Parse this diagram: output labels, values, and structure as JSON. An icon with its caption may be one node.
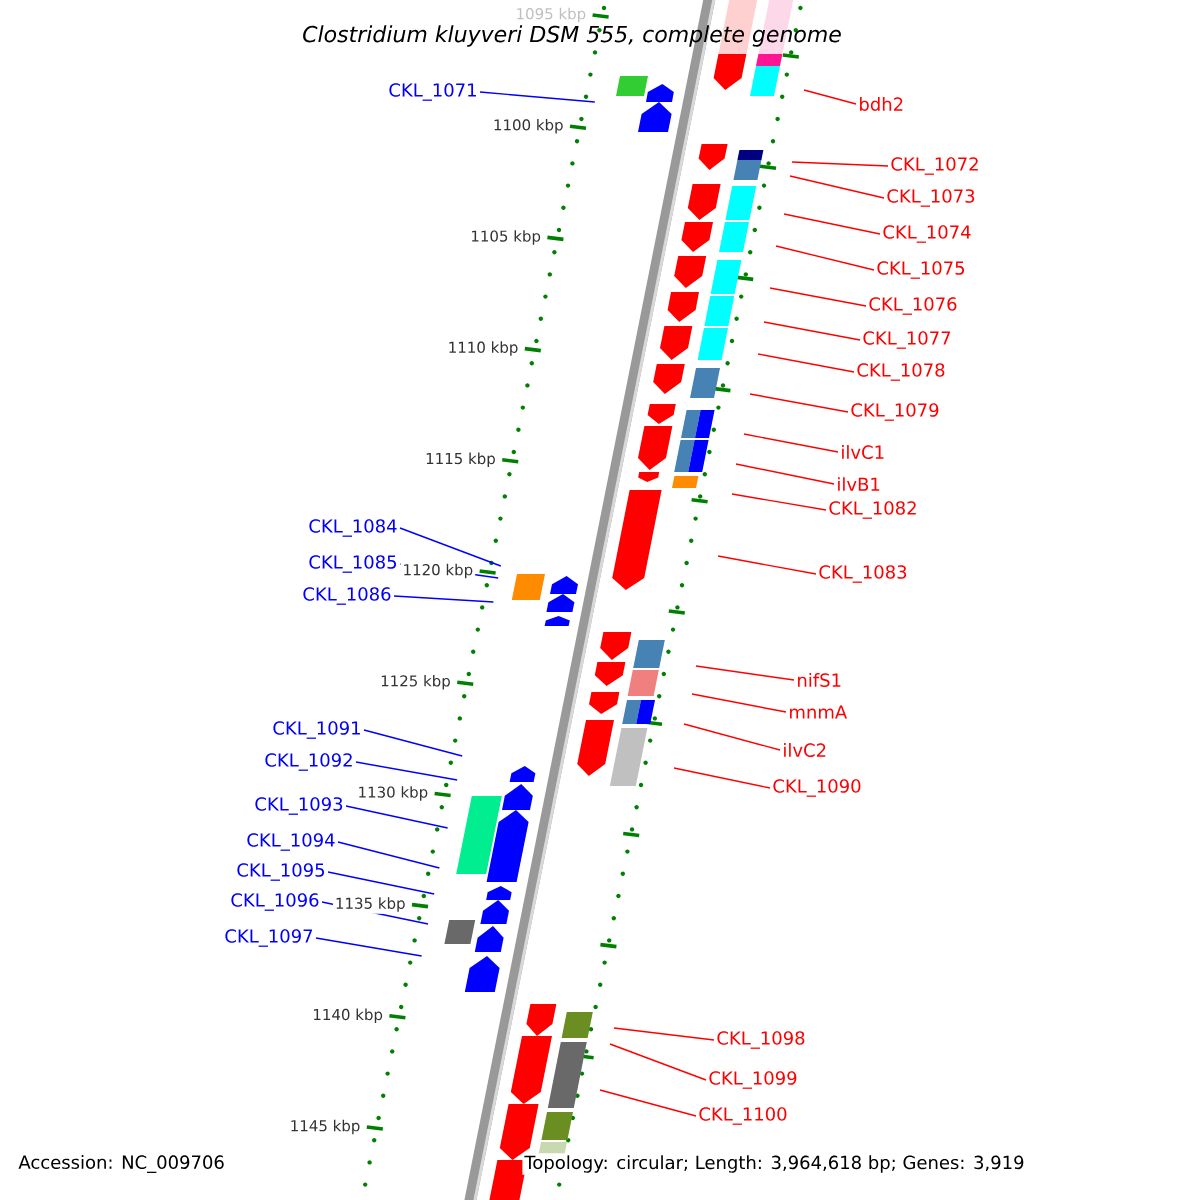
{
  "diagram": {
    "title": "Clostridium kluyveri DSM 555, complete genome",
    "nodes": [
      {
        "text": [
          "CKL_1071"
        ]
      },
      {
        "text": [
          "bdh2"
        ]
      },
      {
        "text": [
          "CKL_1072"
        ]
      },
      {
        "text": [
          "CKL_1073"
        ]
      },
      {
        "text": [
          "CKL_1074"
        ]
      },
      {
        "text": [
          "CKL_1075"
        ]
      },
      {
        "text": [
          "CKL_1076"
        ]
      },
      {
        "text": [
          "CKL_1077"
        ]
      },
      {
        "text": [
          "CKL_1078"
        ]
      },
      {
        "text": [
          "CKL_1079"
        ]
      },
      {
        "text": [
          "ilvC1"
        ]
      },
      {
        "text": [
          "ilvB1"
        ]
      },
      {
        "text": [
          "CKL_1082"
        ]
      },
      {
        "text": [
          "CKL_1084"
        ]
      },
      {
        "text": [
          "CKL_1085"
        ]
      },
      {
        "text": [
          "CKL_1083"
        ]
      },
      {
        "text": [
          "CKL_1086"
        ]
      },
      {
        "text": [
          "nifS1"
        ]
      },
      {
        "text": [
          "mnmA"
        ]
      },
      {
        "text": [
          "CKL_1091"
        ]
      },
      {
        "text": [
          "ilvC2"
        ]
      },
      {
        "text": [
          "CKL_1092"
        ]
      },
      {
        "text": [
          "CKL_1090"
        ]
      },
      {
        "text": [
          "CKL_1093"
        ]
      },
      {
        "text": [
          "CKL_1094"
        ]
      },
      {
        "text": [
          "CKL_1095"
        ]
      },
      {
        "text": [
          "CKL_1096"
        ]
      },
      {
        "text": [
          "CKL_1097"
        ]
      },
      {
        "text": [
          "CKL_1098"
        ]
      },
      {
        "text": [
          "CKL_1099"
        ]
      },
      {
        "text": [
          "CKL_1100"
        ]
      }
    ],
    "edges": [
      {
        "from": 0,
        "to": null,
        "arrow": "none",
        "color": "#0000ff"
      },
      {
        "from": 1,
        "to": null,
        "arrow": "none"
      },
      {
        "from": 2,
        "to": null,
        "arrow": "none"
      },
      {
        "from": 3,
        "to": null,
        "arrow": "none"
      },
      {
        "from": 4,
        "to": null,
        "arrow": "none"
      },
      {
        "from": 5,
        "to": null,
        "arrow": "none"
      },
      {
        "from": 6,
        "to": null,
        "arrow": "none"
      },
      {
        "from": 7,
        "to": null,
        "arrow": "none"
      },
      {
        "from": 8,
        "to": null,
        "arrow": "none"
      },
      {
        "from": 9,
        "to": null,
        "arrow": "none"
      },
      {
        "from": 10,
        "to": null,
        "arrow": "none"
      },
      {
        "from": 11,
        "to": null,
        "arrow": "none"
      },
      {
        "from": 12,
        "to": null,
        "arrow": "none"
      },
      {
        "from": 13,
        "to": null,
        "arrow": "none",
        "color": "#0000ff"
      },
      {
        "from": 14,
        "to": null,
        "arrow": "none",
        "color": "#0000ff"
      },
      {
        "from": 15,
        "to": null,
        "arrow": "none"
      },
      {
        "from": 16,
        "to": null,
        "arrow": "none",
        "color": "#0000ff"
      },
      {
        "from": 17,
        "to": null,
        "arrow": "none"
      },
      {
        "from": 18,
        "to": null,
        "arrow": "none"
      },
      {
        "from": 19,
        "to": null,
        "arrow": "none",
        "color": "#0000ff"
      },
      {
        "from": 20,
        "to": null,
        "arrow": "none"
      },
      {
        "from": 21,
        "to": null,
        "arrow": "none",
        "color": "#0000ff"
      },
      {
        "from": 22,
        "to": null,
        "arrow": "none"
      },
      {
        "from": 23,
        "to": null,
        "arrow": "none",
        "color": "#0000ff"
      },
      {
        "from": 24,
        "to": null,
        "arrow": "none",
        "color": "#0000ff"
      },
      {
        "from": 25,
        "to": null,
        "arrow": "none",
        "color": "#0000ff"
      },
      {
        "from": 26,
        "to": null,
        "arrow": "none",
        "color": "#0000ff"
      },
      {
        "from": 27,
        "to": null,
        "arrow": "none",
        "color": "#0000ff"
      },
      {
        "from": 28,
        "to": null,
        "arrow": "none"
      },
      {
        "from": 29,
        "to": null,
        "arrow": "none"
      },
      {
        "from": 30,
        "to": null,
        "arrow": "none"
      }
    ],
    "labels": [
      "1095 kbp",
      "1100 kbp",
      "1105 kbp",
      "1110 kbp",
      "1115 kbp",
      "1120 kbp",
      "1125 kbp",
      "1130 kbp",
      "1135 kbp",
      "1140 kbp",
      "1145 kbp",
      "Accession: NC_009706",
      "Topology: circular; Length: 3,964,618 bp; Genes: 3,919"
    ]
  }
}
